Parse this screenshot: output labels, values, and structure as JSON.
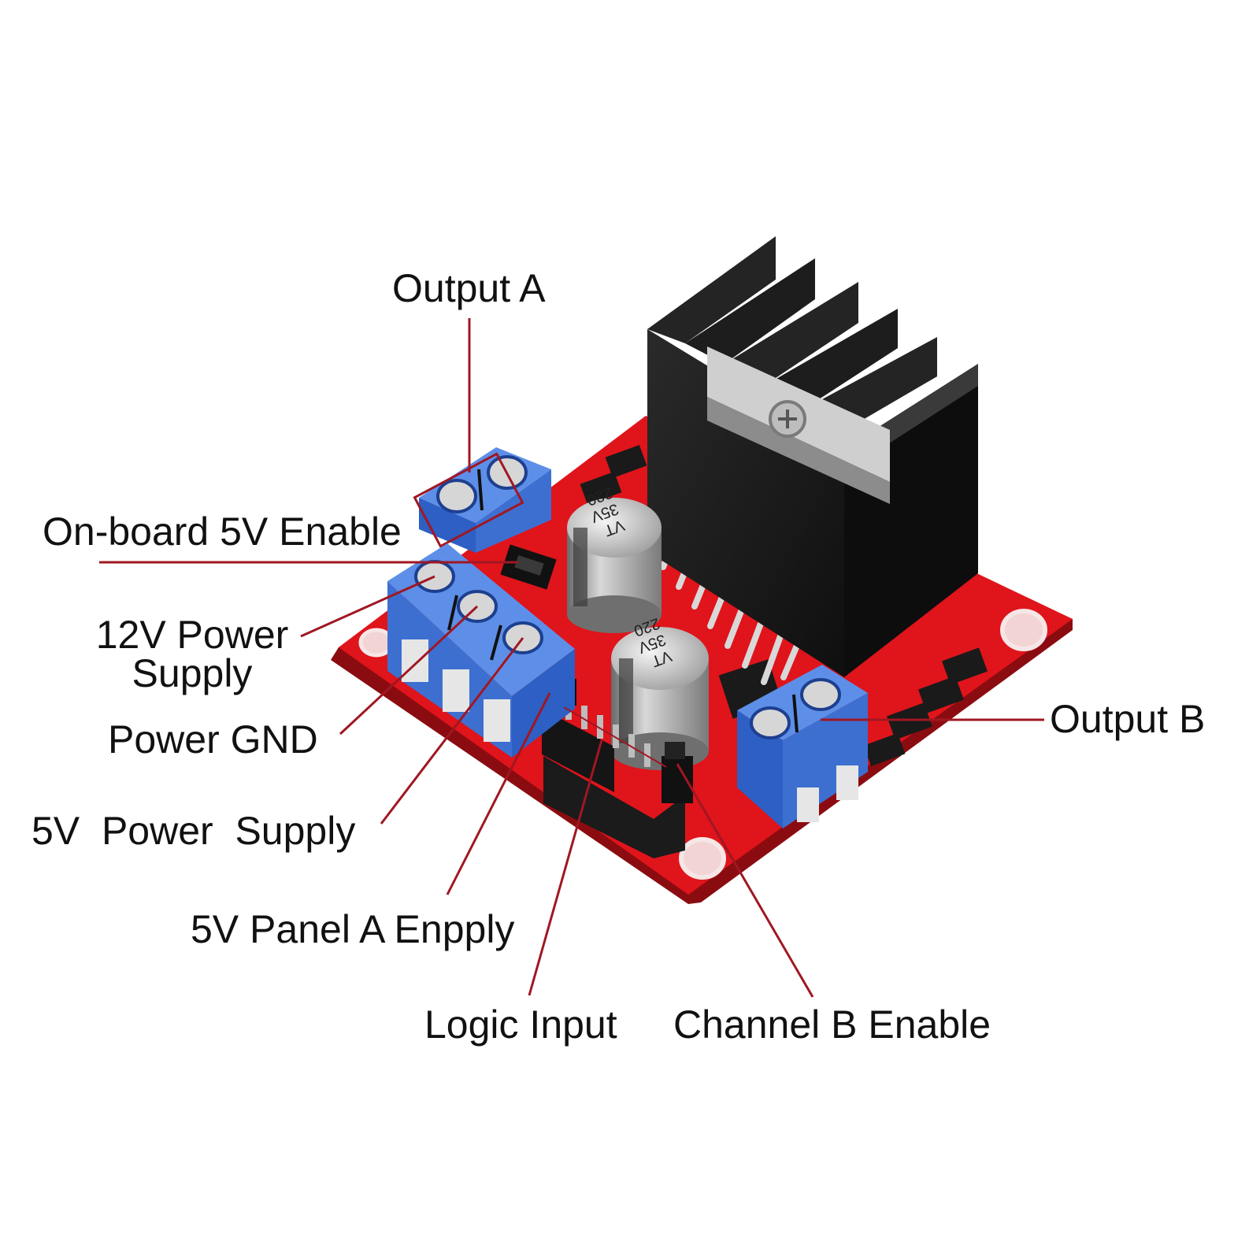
{
  "labels": {
    "output_a": "Output A",
    "onboard_5v_enable": "On-board 5V Enable",
    "power_12v": [
      "12V Power",
      "Supply"
    ],
    "power_gnd": "Power GND",
    "power_5v": "5V  Power  Supply",
    "panel_a": "5V Panel A Enpply",
    "logic_input": "Logic Input",
    "channel_b_enable": "Channel B Enable",
    "output_b": "Output B"
  },
  "capacitor_marking": [
    "VT",
    "35V",
    "220"
  ],
  "colors": {
    "board": "#e0141b",
    "terminal": "#3d6fd1",
    "heatsink": "#1b1b1b",
    "leader": "#a01722",
    "label_text": "#111111"
  }
}
